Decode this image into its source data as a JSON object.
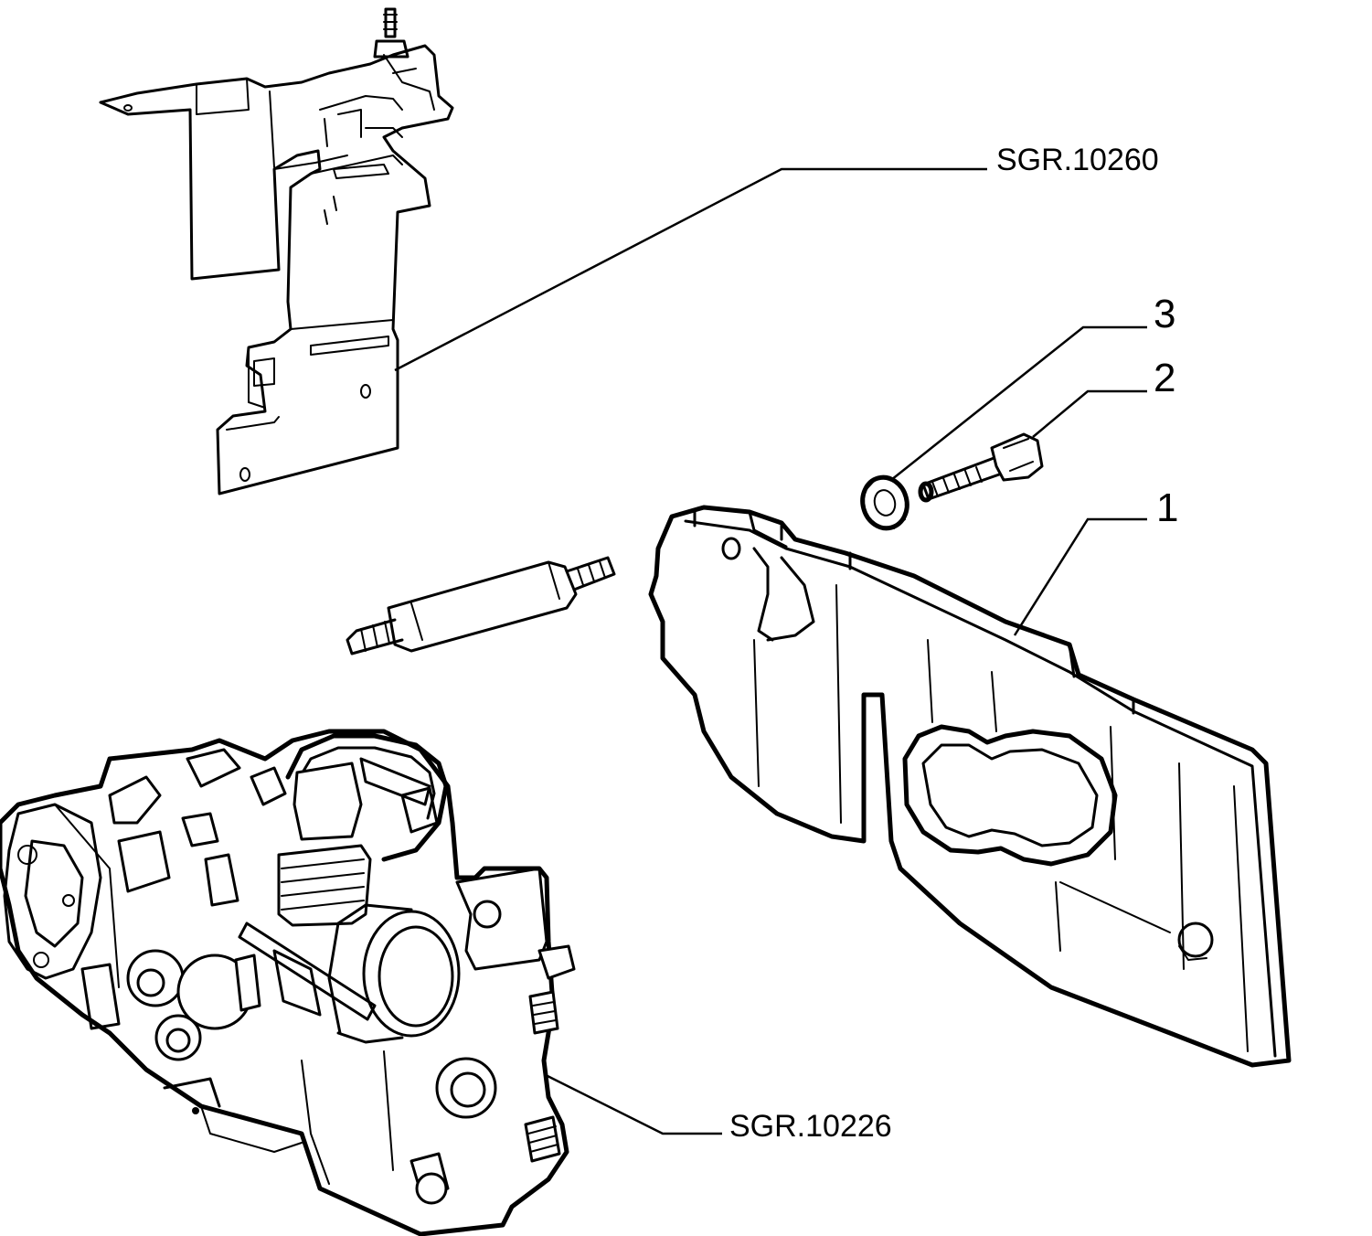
{
  "labels": {
    "bracket_ref": "SGR.10260",
    "pump_ref": "SGR.10226",
    "part_1": "1",
    "part_2": "2",
    "part_3": "3"
  }
}
